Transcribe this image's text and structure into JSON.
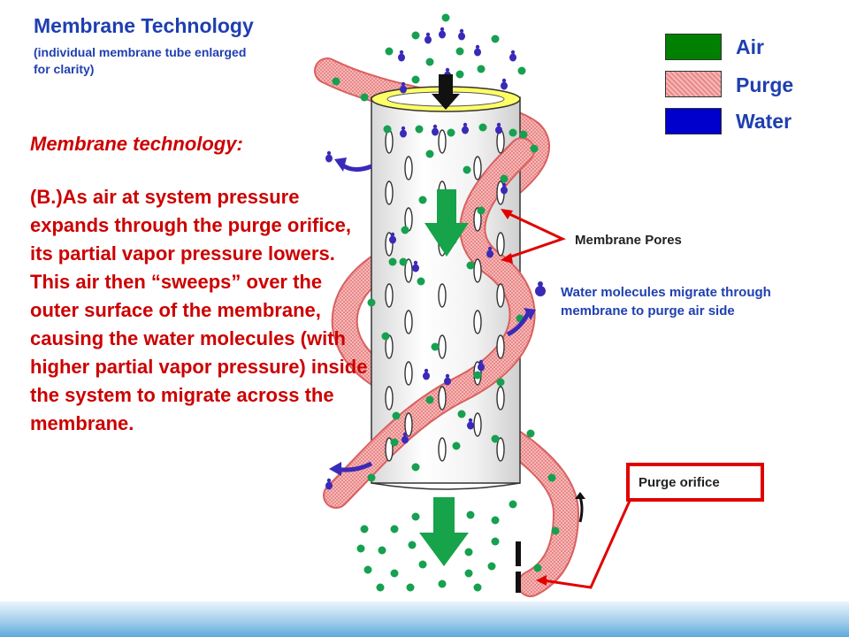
{
  "title": "Membrane Technology",
  "subtitle": "(individual membrane tube enlarged for clarity)",
  "heading": "Membrane technology:",
  "body": "(B.)As air at system pressure expands through the purge orifice, its partial vapor pressure lowers. This air then “sweeps” over the outer surface of the membrane, causing the water molecules (with higher partial vapor pressure) inside the system to migrate across the membrane.",
  "legend": [
    {
      "label": "Air",
      "color": "#008000"
    },
    {
      "label": "Purge",
      "color": "#f4a0a0"
    },
    {
      "label": "Water",
      "color": "#0000cc"
    }
  ],
  "labels": {
    "pores": "Membrane Pores",
    "water": "Water molecules migrate through membrane to purge air side",
    "purge": "Purge orifice"
  },
  "colors": {
    "text_blue": "#1f3fb0",
    "text_red": "#cc0000",
    "air": "#16a050",
    "water": "#3a2ab8",
    "purge": "#f4a0a0",
    "arrow_green": "#16a34a",
    "callout": "#e00000"
  }
}
